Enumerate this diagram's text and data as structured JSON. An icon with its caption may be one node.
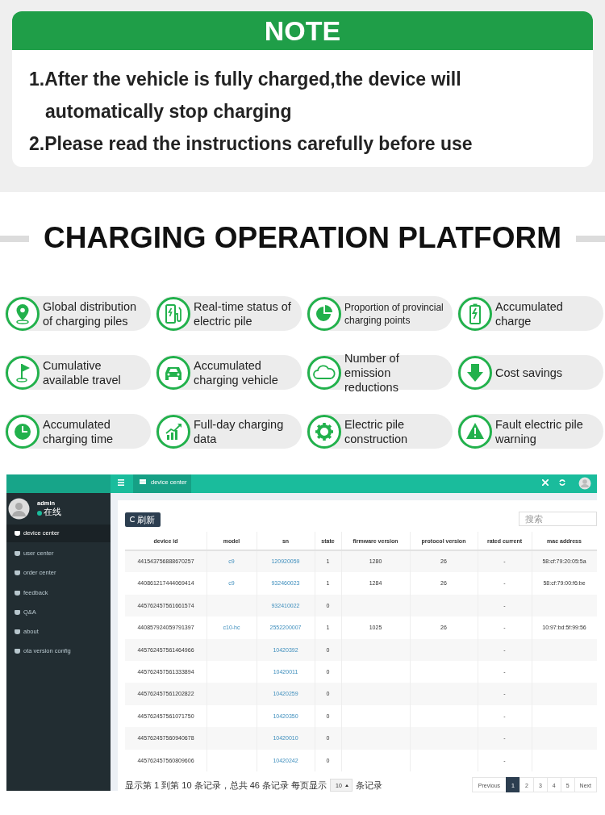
{
  "diagram": {
    "title": "CHARGING OPERATION PLATFORM",
    "nodes": [
      {
        "text": [
          "NOTE",
          "1.After the vehicle is fully charged,the device will automatically stop charging",
          "2.Please read the instructions carefully before use"
        ]
      },
      {
        "text": [
          "Global distribution of charging piles"
        ]
      },
      {
        "text": [
          "Real-time status of electric pile"
        ]
      },
      {
        "text": [
          "Proportion of provincial charging points"
        ]
      },
      {
        "text": [
          "Accumulated charge"
        ]
      },
      {
        "text": [
          "Cumulative available travel"
        ]
      },
      {
        "text": [
          "Accumulated charging vehicle"
        ]
      },
      {
        "text": [
          "Number of emission reductions"
        ]
      },
      {
        "text": [
          "Cost savings"
        ]
      },
      {
        "text": [
          "Accumulated charging time"
        ]
      },
      {
        "text": [
          "Full-day charging data"
        ]
      },
      {
        "text": [
          "Electric pile construction"
        ]
      },
      {
        "text": [
          "Fault electric pile warning"
        ]
      }
    ],
    "labels": [
      "device center",
      "admin",
      "在线",
      "device center",
      "user center",
      "order center",
      "feedback",
      "Q&A",
      "about",
      "ota version config",
      "刷新",
      "搜索",
      "device id",
      "model",
      "sn",
      "state",
      "firmware version",
      "protocol version",
      "rated current",
      "mac address",
      "441543756888670257",
      "c9",
      "120920059",
      "1",
      "1280",
      "26",
      "-",
      "58:cf:79:20:05:5a",
      "440861217444069414",
      "c9",
      "932460023",
      "1",
      "1284",
      "26",
      "-",
      "58:cf:79:00:f6:be",
      "445762457561661574",
      "932410022",
      "0",
      "-",
      "440857924059791397",
      "c10-hc",
      "2552200007",
      "1",
      "1025",
      "26",
      "-",
      "10:97:bd:5f:99:56",
      "445762457561464966",
      "10420392",
      "0",
      "-",
      "445762457561333894",
      "10420011",
      "0",
      "-",
      "445762457561202822",
      "10420259",
      "0",
      "-",
      "445762457561071750",
      "10420350",
      "0",
      "-",
      "445762457560940678",
      "10420010",
      "0",
      "-",
      "445762457560809606",
      "10420242",
      "0",
      "-",
      "显示第 1 到第 10 条记录，总共 46 条记录 每页显示",
      "10",
      "条记录",
      "Previous",
      "1",
      "2",
      "3",
      "4",
      "5",
      "Next"
    ]
  }
}
